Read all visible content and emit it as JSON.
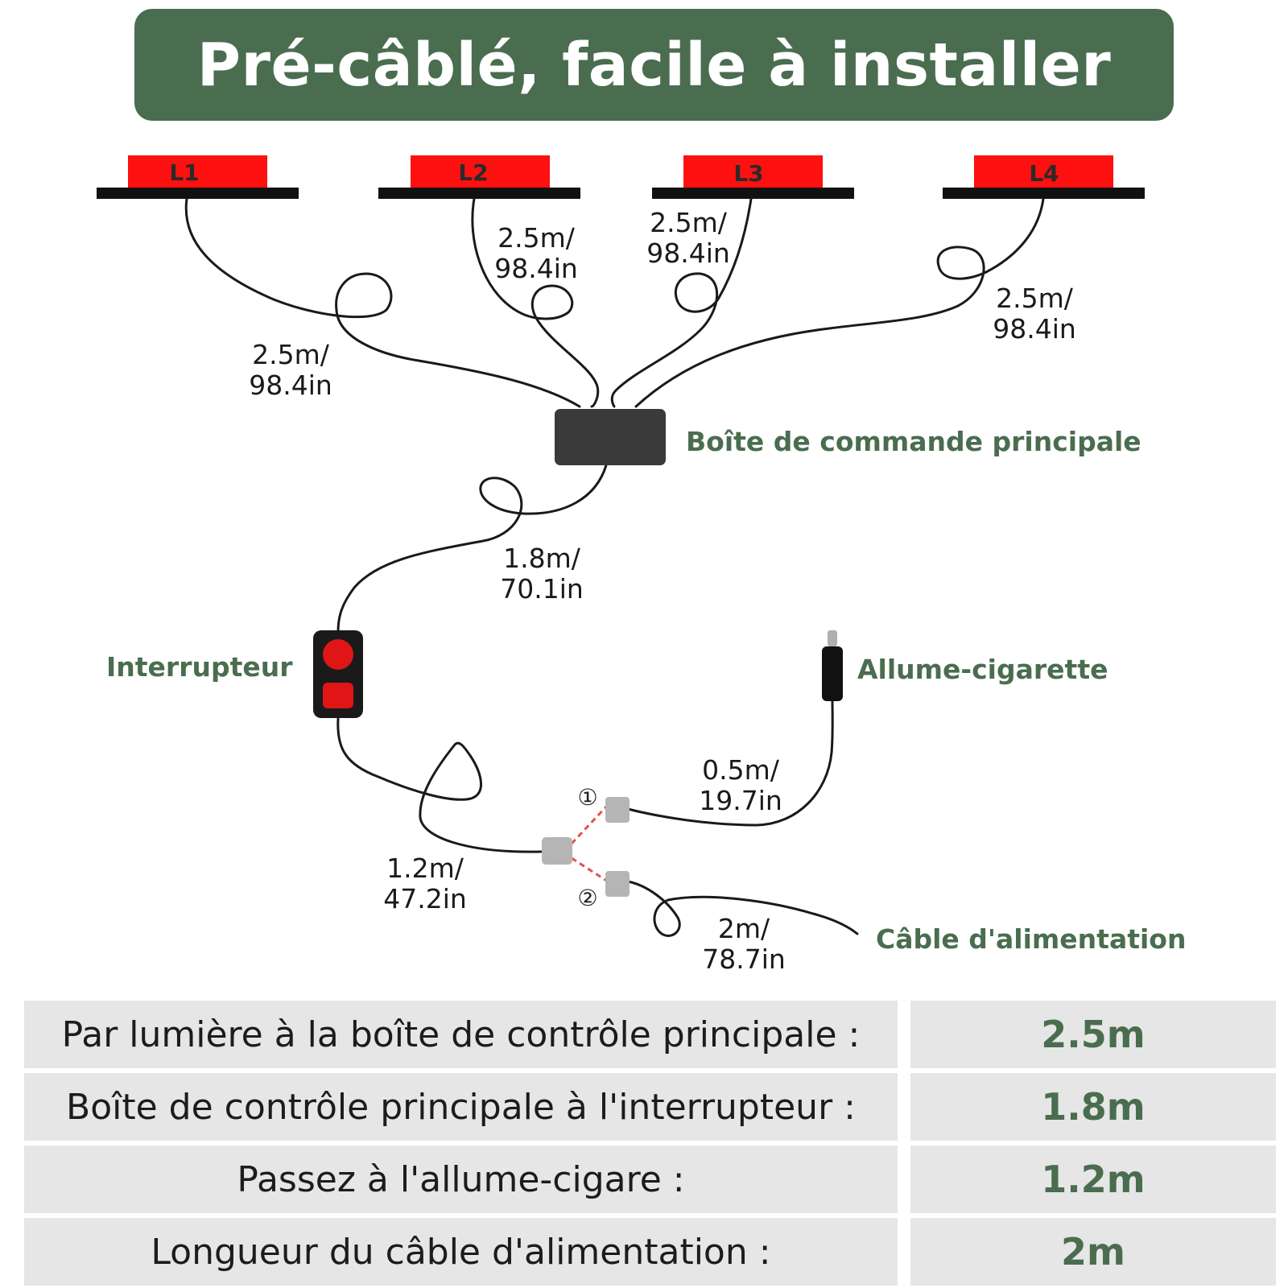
{
  "header": {
    "title": "Pré-câblé, facile à installer"
  },
  "colors": {
    "accent_green": "#4a6d4f",
    "lamp_red": "#ff1010",
    "switch_red": "#e01515",
    "box_dark": "#3a3a3a",
    "row_gray": "#e6e6e6"
  },
  "lamps": [
    {
      "label": "L1"
    },
    {
      "label": "L2"
    },
    {
      "label": "L3"
    },
    {
      "label": "L4"
    }
  ],
  "labels": {
    "main_box": "Boîte de commande principale",
    "switch": "Interrupteur",
    "cigarette": "Allume-cigarette",
    "power_cable": "Câble d'alimentation"
  },
  "lengths": {
    "l1": {
      "m": "2.5m/",
      "in": "98.4in"
    },
    "l2": {
      "m": "2.5m/",
      "in": "98.4in"
    },
    "l3": {
      "m": "2.5m/",
      "in": "98.4in"
    },
    "l4": {
      "m": "2.5m/",
      "in": "98.4in"
    },
    "box_switch": {
      "m": "1.8m/",
      "in": "70.1in"
    },
    "switch_splitter": {
      "m": "1.2m/",
      "in": "47.2in"
    },
    "cigarette": {
      "m": "0.5m/",
      "in": "19.7in"
    },
    "power": {
      "m": "2m/",
      "in": "78.7in"
    }
  },
  "connectors": {
    "one": "①",
    "two": "②"
  },
  "table": [
    {
      "label": "Par lumière à la boîte de contrôle principale :",
      "value": "2.5m"
    },
    {
      "label": "Boîte de contrôle principale à l'interrupteur :",
      "value": "1.8m"
    },
    {
      "label": "Passez à l'allume-cigare :",
      "value": "1.2m"
    },
    {
      "label": "Longueur du câble d'alimentation :",
      "value": "2m"
    }
  ]
}
